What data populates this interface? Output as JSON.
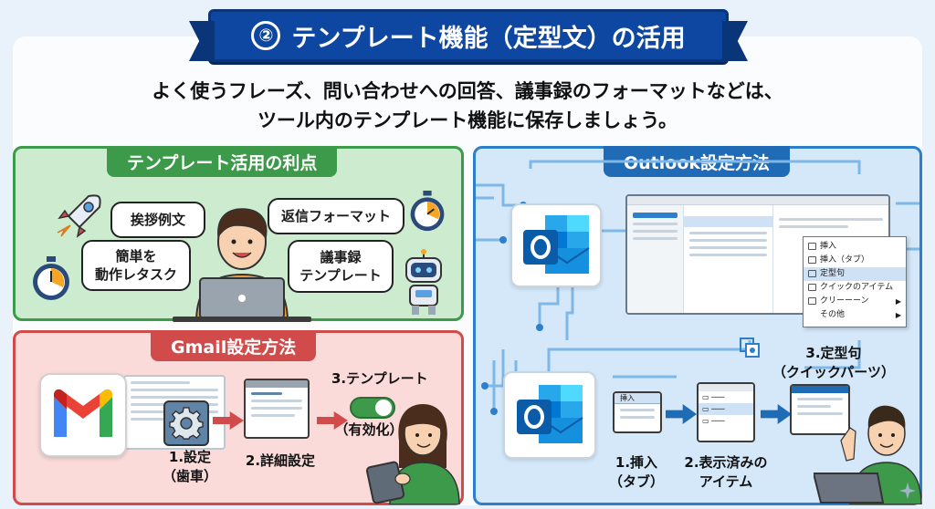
{
  "header": {
    "number": "②",
    "title": "テンプレート機能（定型文）の活用"
  },
  "lead": {
    "line1": "よく使うフレーズ、問い合わせへの回答、議事録のフォーマットなどは、",
    "line2": "ツール内のテンプレート機能に保存しましょう。"
  },
  "benefits": {
    "title": "テンプレート活用の利点",
    "bubble_greeting": "挨拶例文",
    "bubble_reply": "返信フォーマット",
    "bubble_task_1": "簡単を",
    "bubble_task_2": "動作レタスク",
    "bubble_minutes_1": "議事録",
    "bubble_minutes_2": "テンプレート"
  },
  "gmail": {
    "title": "Gmail設定方法",
    "step1_1": "1.設定",
    "step1_2": "（歯車）",
    "step2": "2.詳細設定",
    "step3": "3.テンプレート",
    "step3_toggle": "（有効化）"
  },
  "outlook": {
    "title": "Outlook設定方法",
    "menu": [
      {
        "label": "挿入",
        "selected": false
      },
      {
        "label": "挿入（タブ）",
        "selected": false
      },
      {
        "label": "定型句",
        "selected": true
      },
      {
        "label": "クイックのアイテム",
        "selected": false
      },
      {
        "label": "クリーーーン",
        "selected": false,
        "submenu": true
      },
      {
        "label": "その他",
        "selected": false,
        "submenu": true
      }
    ],
    "insert_tab": "挿入",
    "step1_1": "1.挿入",
    "step1_2": "（タブ）",
    "step2_1": "2.表示済みの",
    "step2_2": "アイテム",
    "step3_1": "3.定型句",
    "step3_2": "（クイックパーツ）"
  },
  "colors": {
    "primary": "#0d47a1",
    "green": "#3d9a4a",
    "red": "#d24b4b",
    "blue": "#1f6bb6"
  }
}
